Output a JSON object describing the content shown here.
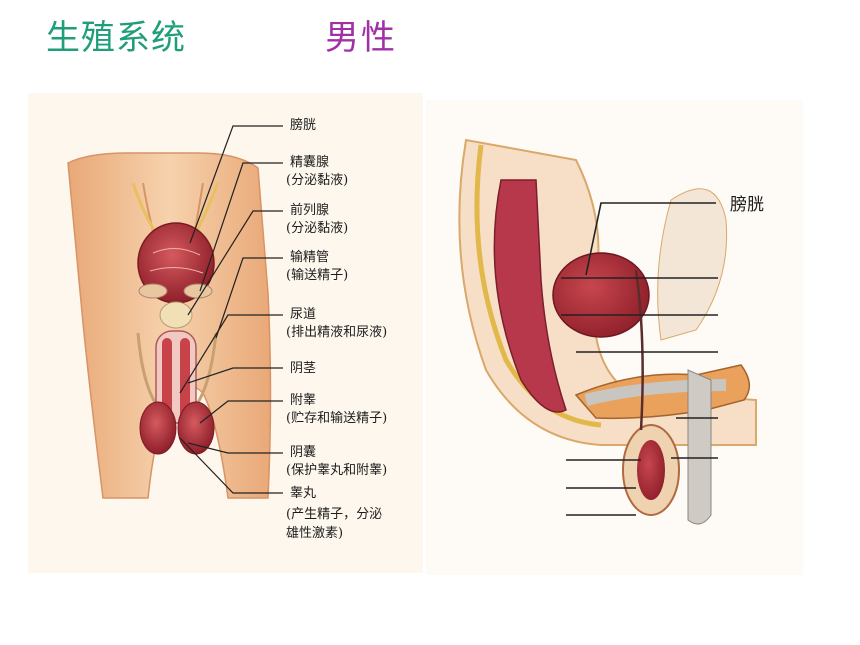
{
  "title": "生殖系统",
  "subtitle": "男性",
  "front_labels": [
    {
      "id": "bladder",
      "text": "膀胱"
    },
    {
      "id": "seminal-vesicle",
      "text": "精囊腺"
    },
    {
      "id": "seminal-vesicle-note",
      "text": "(分泌黏液)"
    },
    {
      "id": "prostate",
      "text": "前列腺"
    },
    {
      "id": "prostate-note",
      "text": "(分泌黏液)"
    },
    {
      "id": "vas-deferens",
      "text": "输精管"
    },
    {
      "id": "vas-deferens-note",
      "text": "(输送精子)"
    },
    {
      "id": "urethra",
      "text": "尿道"
    },
    {
      "id": "urethra-note",
      "text": "(排出精液和尿液)"
    },
    {
      "id": "penis",
      "text": "阴茎"
    },
    {
      "id": "epididymis",
      "text": "附睾"
    },
    {
      "id": "epididymis-note",
      "text": "(贮存和输送精子)"
    },
    {
      "id": "scrotum",
      "text": "阴囊"
    },
    {
      "id": "scrotum-note",
      "text": "(保护睾丸和附睾)"
    },
    {
      "id": "testis",
      "text": "睾丸"
    },
    {
      "id": "testis-note-1",
      "text": "(产生精子，分泌"
    },
    {
      "id": "testis-note-2",
      "text": "雄性激素)"
    }
  ],
  "side_labels": [
    {
      "id": "bladder-side",
      "text": "膀胱"
    }
  ],
  "colors": {
    "title": "#1f9e7a",
    "subtitle": "#a12fa6",
    "skin": "#f2c59a",
    "organ": "#b0323e"
  }
}
